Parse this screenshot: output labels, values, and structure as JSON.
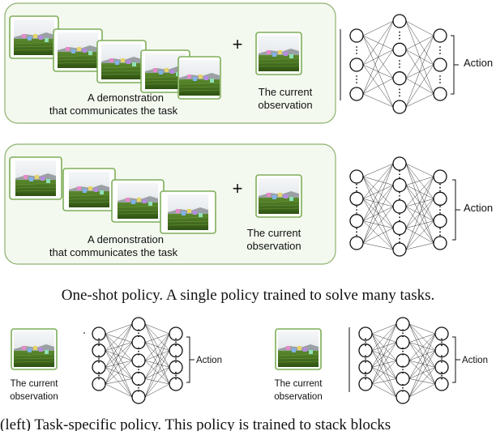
{
  "panels": [
    {
      "demo_label": [
        "A demonstration",
        "that communicates the task"
      ],
      "plus": "+",
      "obs_label": [
        "The current",
        "observation"
      ],
      "action_label": "Action"
    },
    {
      "demo_label": [
        "A demonstration",
        "that communicates the task"
      ],
      "plus": "+",
      "obs_label": [
        "The current",
        "observation"
      ],
      "action_label": "Action"
    }
  ],
  "caption_top": "One-shot policy. A single policy trained to solve many tasks.",
  "bottom_left": {
    "obs_label": [
      "The current",
      "observation"
    ],
    "action_label": "Action"
  },
  "bottom_right": {
    "obs_label": [
      "The current",
      "observation"
    ],
    "action_label": "Action"
  },
  "caption_bottom": "(left) Task-specific policy. This policy is trained to stack blocks",
  "colors": {
    "panel_border": "#8fb070",
    "panel_fill": "#f4f9ef",
    "thumb_border": "#7fae5a",
    "grass": "#3f6b1f",
    "sky": "#e8ecef"
  }
}
